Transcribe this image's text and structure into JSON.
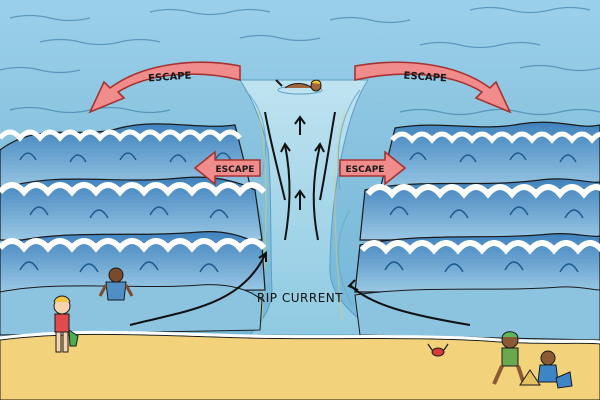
{
  "labels": {
    "escape_top_left": "ESCAPE",
    "escape_top_right": "ESCAPE",
    "escape_mid_left": "ESCAPE",
    "escape_mid_right": "ESCAPE",
    "rip_current": "RIP CURRENT"
  },
  "colors": {
    "sky": "#9cd0ea",
    "sea_far": "#86c1dd",
    "sea_near": "#6fb3d6",
    "rip_channel": "#9fd3e8",
    "wave_dark": "#2d6fa8",
    "wave_mid": "#4f8fc6",
    "foam": "#ffffff",
    "sand": "#f2d27a",
    "arrow_fill": "#f08c8c",
    "arrow_stroke": "#a8322f",
    "outline": "#1a1a1a"
  }
}
